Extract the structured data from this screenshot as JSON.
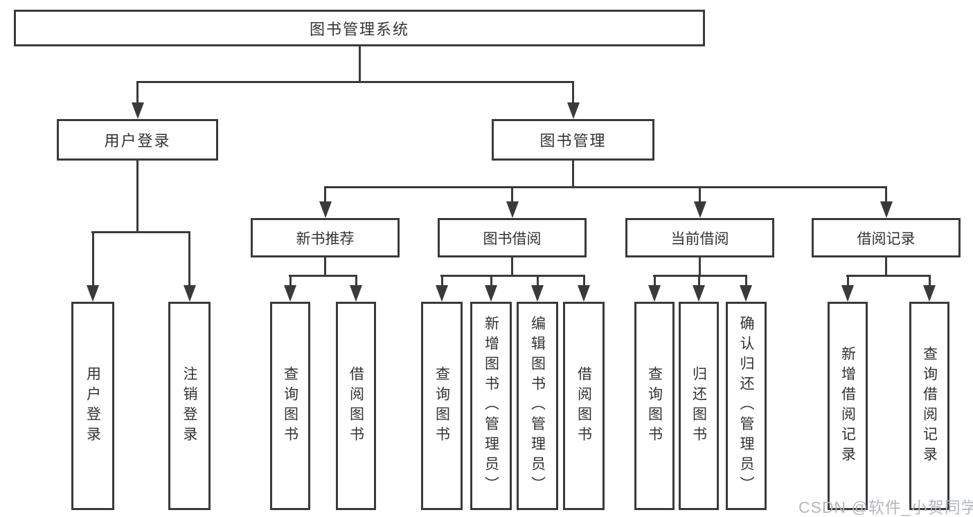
{
  "diagram": {
    "colors": {
      "line": "#3a3a3a",
      "text": "#323232",
      "bg": "#ffffff",
      "watermark": "#b3b6bd"
    },
    "watermark": "CSDN @软件_小贺同学",
    "root": {
      "label": "图书管理系统"
    },
    "level2": {
      "user_login": {
        "label": "用户登录"
      },
      "book_mgmt": {
        "label": "图书管理"
      }
    },
    "level3": {
      "new_book": {
        "label": "新书推荐"
      },
      "borrow": {
        "label": "图书借阅"
      },
      "current": {
        "label": "当前借阅"
      },
      "records": {
        "label": "借阅记录"
      }
    },
    "leaves": {
      "ul_login": {
        "label": "用户登录"
      },
      "ul_logout": {
        "label": "注销登录"
      },
      "nb_query": {
        "label": "查询图书"
      },
      "nb_borrow": {
        "label": "借阅图书"
      },
      "bb_query": {
        "label": "查询图书"
      },
      "bb_add": {
        "label": "新增图书（管理员）"
      },
      "bb_edit": {
        "label": "编辑图书（管理员）"
      },
      "bb_borrow": {
        "label": "借阅图书"
      },
      "cb_query": {
        "label": "查询图书"
      },
      "cb_return": {
        "label": "归还图书"
      },
      "cb_confirm": {
        "label": "确认归还（管理员）"
      },
      "rec_add": {
        "label": "新增借阅记录"
      },
      "rec_query": {
        "label": "查询借阅记录"
      }
    }
  }
}
